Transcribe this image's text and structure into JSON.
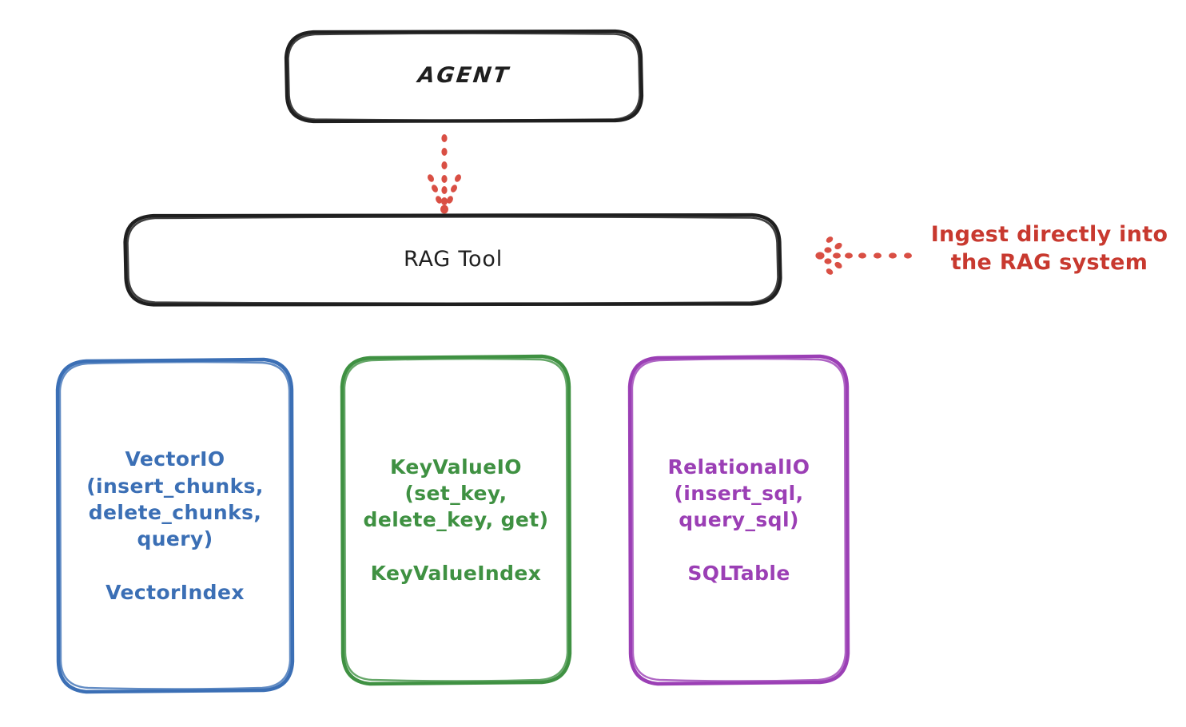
{
  "diagram": {
    "title": "RAG Tool architecture",
    "style": "hand-drawn whiteboard sketch",
    "background_color": "#ffffff",
    "nodes": [
      {
        "id": "agent",
        "label": "AGENT",
        "stroke_color": "#1f1f1f",
        "shape": "rounded-rectangle"
      },
      {
        "id": "rag_tool",
        "label": "RAG Tool",
        "stroke_color": "#1f1f1f",
        "shape": "rounded-rectangle"
      },
      {
        "id": "vector_io",
        "label": "VectorIO\n(insert_chunks,\ndelete_chunks,\nquery)\n\nVectorIndex",
        "stroke_color": "#3b6fb5",
        "shape": "rounded-rectangle"
      },
      {
        "id": "key_value_io",
        "label": "KeyValueIO\n(set_key,\ndelete_key, get)\n\nKeyValueIndex",
        "stroke_color": "#3f9142",
        "shape": "rounded-rectangle"
      },
      {
        "id": "relational_io",
        "label": "RelationalIO\n(insert_sql,\nquery_sql)\n\nSQLTable",
        "stroke_color": "#9b3fb5",
        "shape": "rounded-rectangle"
      }
    ],
    "connectors": [
      {
        "id": "agent_to_rag_tool",
        "from": "agent",
        "to": "rag_tool",
        "style": "dotted",
        "color": "#d94f44",
        "direction": "down",
        "label": ""
      },
      {
        "id": "ingest_arrow",
        "from": "ingest_annotation",
        "to": "rag_tool",
        "style": "dotted",
        "color": "#d94f44",
        "direction": "left",
        "label": ""
      }
    ],
    "annotations": [
      {
        "id": "ingest_note",
        "text": "Ingest directly into\nthe RAG system",
        "color": "#c8392f"
      }
    ]
  }
}
